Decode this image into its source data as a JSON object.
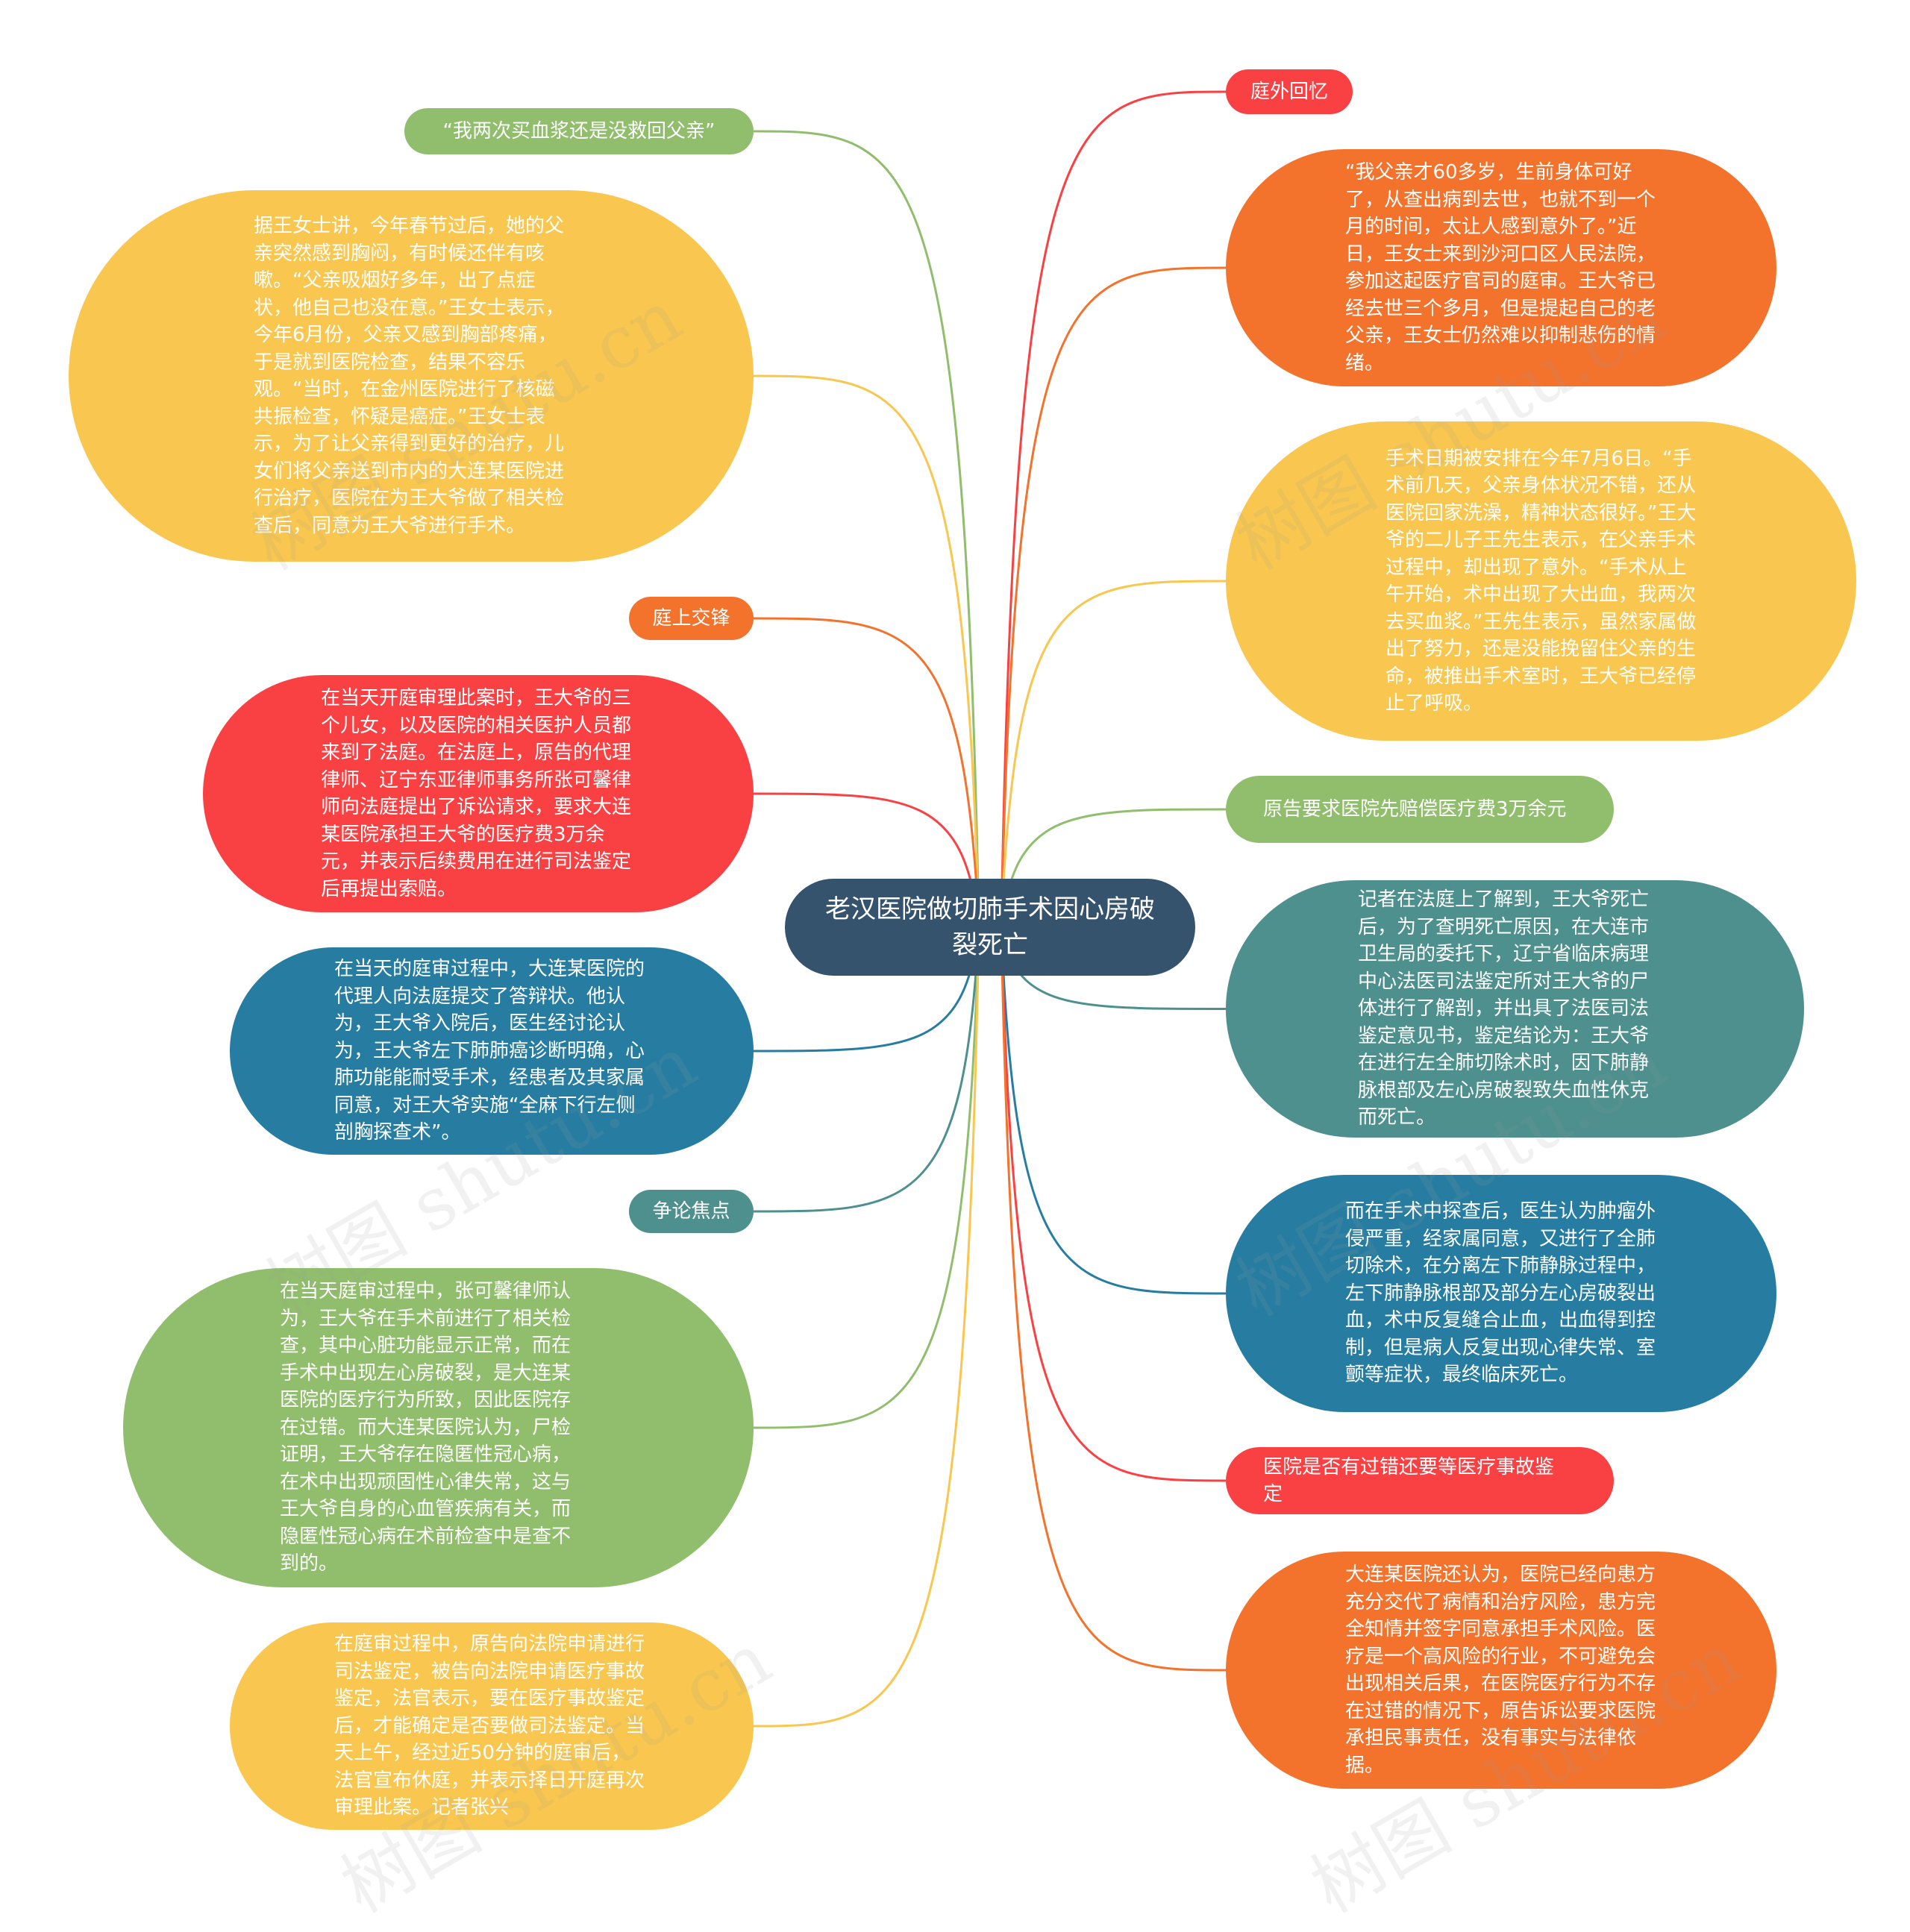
{
  "central": {
    "text": "老汉医院做切肺手术因心房破裂死亡",
    "color": "#36536d"
  },
  "colors": {
    "green": "#90be6d",
    "yellow": "#f9c74f",
    "orange": "#f3722c",
    "red": "#f94144",
    "blue": "#277da1",
    "teal": "#4d908e"
  },
  "left_nodes": [
    {
      "id": "l1",
      "kind": "tag",
      "color": "green",
      "text": "“我两次买血浆还是没救回父亲”"
    },
    {
      "id": "l2",
      "kind": "body",
      "color": "yellow",
      "text": "据王女士讲，今年春节过后，她的父亲突然感到胸闷，有时候还伴有咳嗽。“父亲吸烟好多年，出了点症状，他自己也没在意。”王女士表示，今年6月份，父亲又感到胸部疼痛，于是就到医院检查，结果不容乐观。“当时，在金州医院进行了核磁共振检查，怀疑是癌症。”王女士表示，为了让父亲得到更好的治疗，儿女们将父亲送到市内的大连某医院进行治疗，医院在为王大爷做了相关检查后，同意为王大爷进行手术。"
    },
    {
      "id": "l3",
      "kind": "tag",
      "color": "orange",
      "text": "庭上交锋"
    },
    {
      "id": "l4",
      "kind": "body",
      "color": "red",
      "text": "在当天开庭审理此案时，王大爷的三个儿女，以及医院的相关医护人员都来到了法庭。在法庭上，原告的代理律师、辽宁东亚律师事务所张可馨律师向法庭提出了诉讼请求，要求大连某医院承担王大爷的医疗费3万余元，并表示后续费用在进行司法鉴定后再提出索赔。"
    },
    {
      "id": "l5",
      "kind": "body",
      "color": "blue",
      "text": "在当天的庭审过程中，大连某医院的代理人向法庭提交了答辩状。他认为，王大爷入院后，医生经讨论认为，王大爷左下肺肺癌诊断明确，心肺功能能耐受手术，经患者及其家属同意，对王大爷实施“全麻下行左侧剖胸探查术”。"
    },
    {
      "id": "l6",
      "kind": "tag",
      "color": "teal",
      "text": "争论焦点"
    },
    {
      "id": "l7",
      "kind": "body",
      "color": "green",
      "text": "在当天庭审过程中，张可馨律师认为，王大爷在手术前进行了相关检查，其中心脏功能显示正常，而在手术中出现左心房破裂，是大连某医院的医疗行为所致，因此医院存在过错。而大连某医院认为，尸检证明，王大爷存在隐匿性冠心病，在术中出现顽固性心律失常，这与王大爷自身的心血管疾病有关，而隐匿性冠心病在术前检查中是查不到的。"
    },
    {
      "id": "l8",
      "kind": "body",
      "color": "yellow",
      "text": "在庭审过程中，原告向法院申请进行司法鉴定，被告向法院申请医疗事故鉴定，法官表示，要在医疗事故鉴定后，才能确定是否要做司法鉴定。当天上午，经过近50分钟的庭审后，法官宣布休庭，并表示择日开庭再次审理此案。记者张兴"
    }
  ],
  "right_nodes": [
    {
      "id": "r1",
      "kind": "tag",
      "color": "red",
      "text": "庭外回忆"
    },
    {
      "id": "r2",
      "kind": "body",
      "color": "orange",
      "text": "“我父亲才60多岁，生前身体可好了，从查出病到去世，也就不到一个月的时间，太让人感到意外了。”近日，王女士来到沙河口区人民法院，参加这起医疗官司的庭审。王大爷已经去世三个多月，但是提起自己的老父亲，王女士仍然难以抑制悲伤的情绪。"
    },
    {
      "id": "r3",
      "kind": "body",
      "color": "yellow",
      "text": "手术日期被安排在今年7月6日。“手术前几天，父亲身体状况不错，还从医院回家洗澡，精神状态很好。”王大爷的二儿子王先生表示，在父亲手术过程中，却出现了意外。“手术从上午开始，术中出现了大出血，我两次去买血浆。”王先生表示，虽然家属做出了努力，还是没能挽留住父亲的生命，被推出手术室时，王大爷已经停止了呼吸。"
    },
    {
      "id": "r4",
      "kind": "tag",
      "color": "green",
      "text": "原告要求医院先赔偿医疗费3万余元"
    },
    {
      "id": "r5",
      "kind": "body",
      "color": "teal",
      "text": "记者在法庭上了解到，王大爷死亡后，为了查明死亡原因，在大连市卫生局的委托下，辽宁省临床病理中心法医司法鉴定所对王大爷的尸体进行了解剖，并出具了法医司法鉴定意见书，鉴定结论为：王大爷在进行左全肺切除术时，因下肺静脉根部及左心房破裂致失血性休克而死亡。"
    },
    {
      "id": "r6",
      "kind": "body",
      "color": "blue",
      "text": "而在手术中探查后，医生认为肿瘤外侵严重，经家属同意，又进行了全肺切除术，在分离左下肺静脉过程中，左下肺静脉根部及部分左心房破裂出血，术中反复缝合止血，出血得到控制，但是病人反复出现心律失常、室颤等症状，最终临床死亡。"
    },
    {
      "id": "r7",
      "kind": "tag",
      "color": "red",
      "text": "医院是否有过错还要等医疗事故鉴定"
    },
    {
      "id": "r8",
      "kind": "body",
      "color": "orange",
      "text": "大连某医院还认为，医院已经向患方充分交代了病情和治疗风险，患方完全知情并签字同意承担手术风险。医疗是一个高风险的行业，不可避免会出现相关后果，在医院医疗行为不存在过错的情况下，原告诉讼要求医院承担民事责任，没有事实与法律依据。"
    }
  ],
  "watermark": "树图 shutu.cn"
}
